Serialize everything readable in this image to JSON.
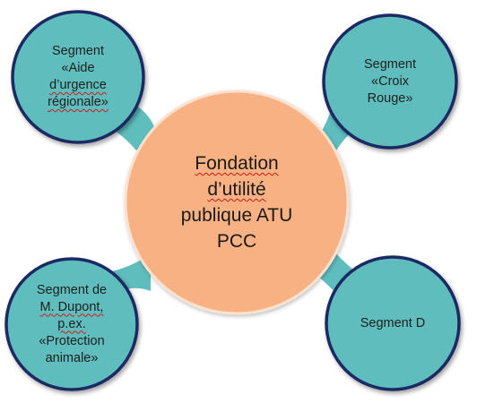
{
  "diagram": {
    "center": {
      "lines": [
        "Fondation",
        "d’utilité",
        "publique ATU",
        "PCC"
      ]
    },
    "segments": {
      "top_left": {
        "lines": [
          "Segment",
          "«Aide",
          "d’urgence",
          "régionale»"
        ]
      },
      "top_right": {
        "lines": [
          "Segment",
          "«Croix",
          "Rouge»"
        ]
      },
      "bottom_left": {
        "lines": [
          "Segment de",
          "M. Dupont,",
          "p.ex.",
          "«Protection",
          "animale»"
        ]
      },
      "bottom_right": {
        "lines": [
          "Segment D"
        ]
      }
    }
  },
  "colors": {
    "center_fill": "#f8b183",
    "center_stroke": "#fbe1cf",
    "segment_fill": "#5fbdbd",
    "segment_stroke": "#1b2a63",
    "connector_fill": "#5fbdbd",
    "spellcheck_underline": "#d11a1a"
  }
}
